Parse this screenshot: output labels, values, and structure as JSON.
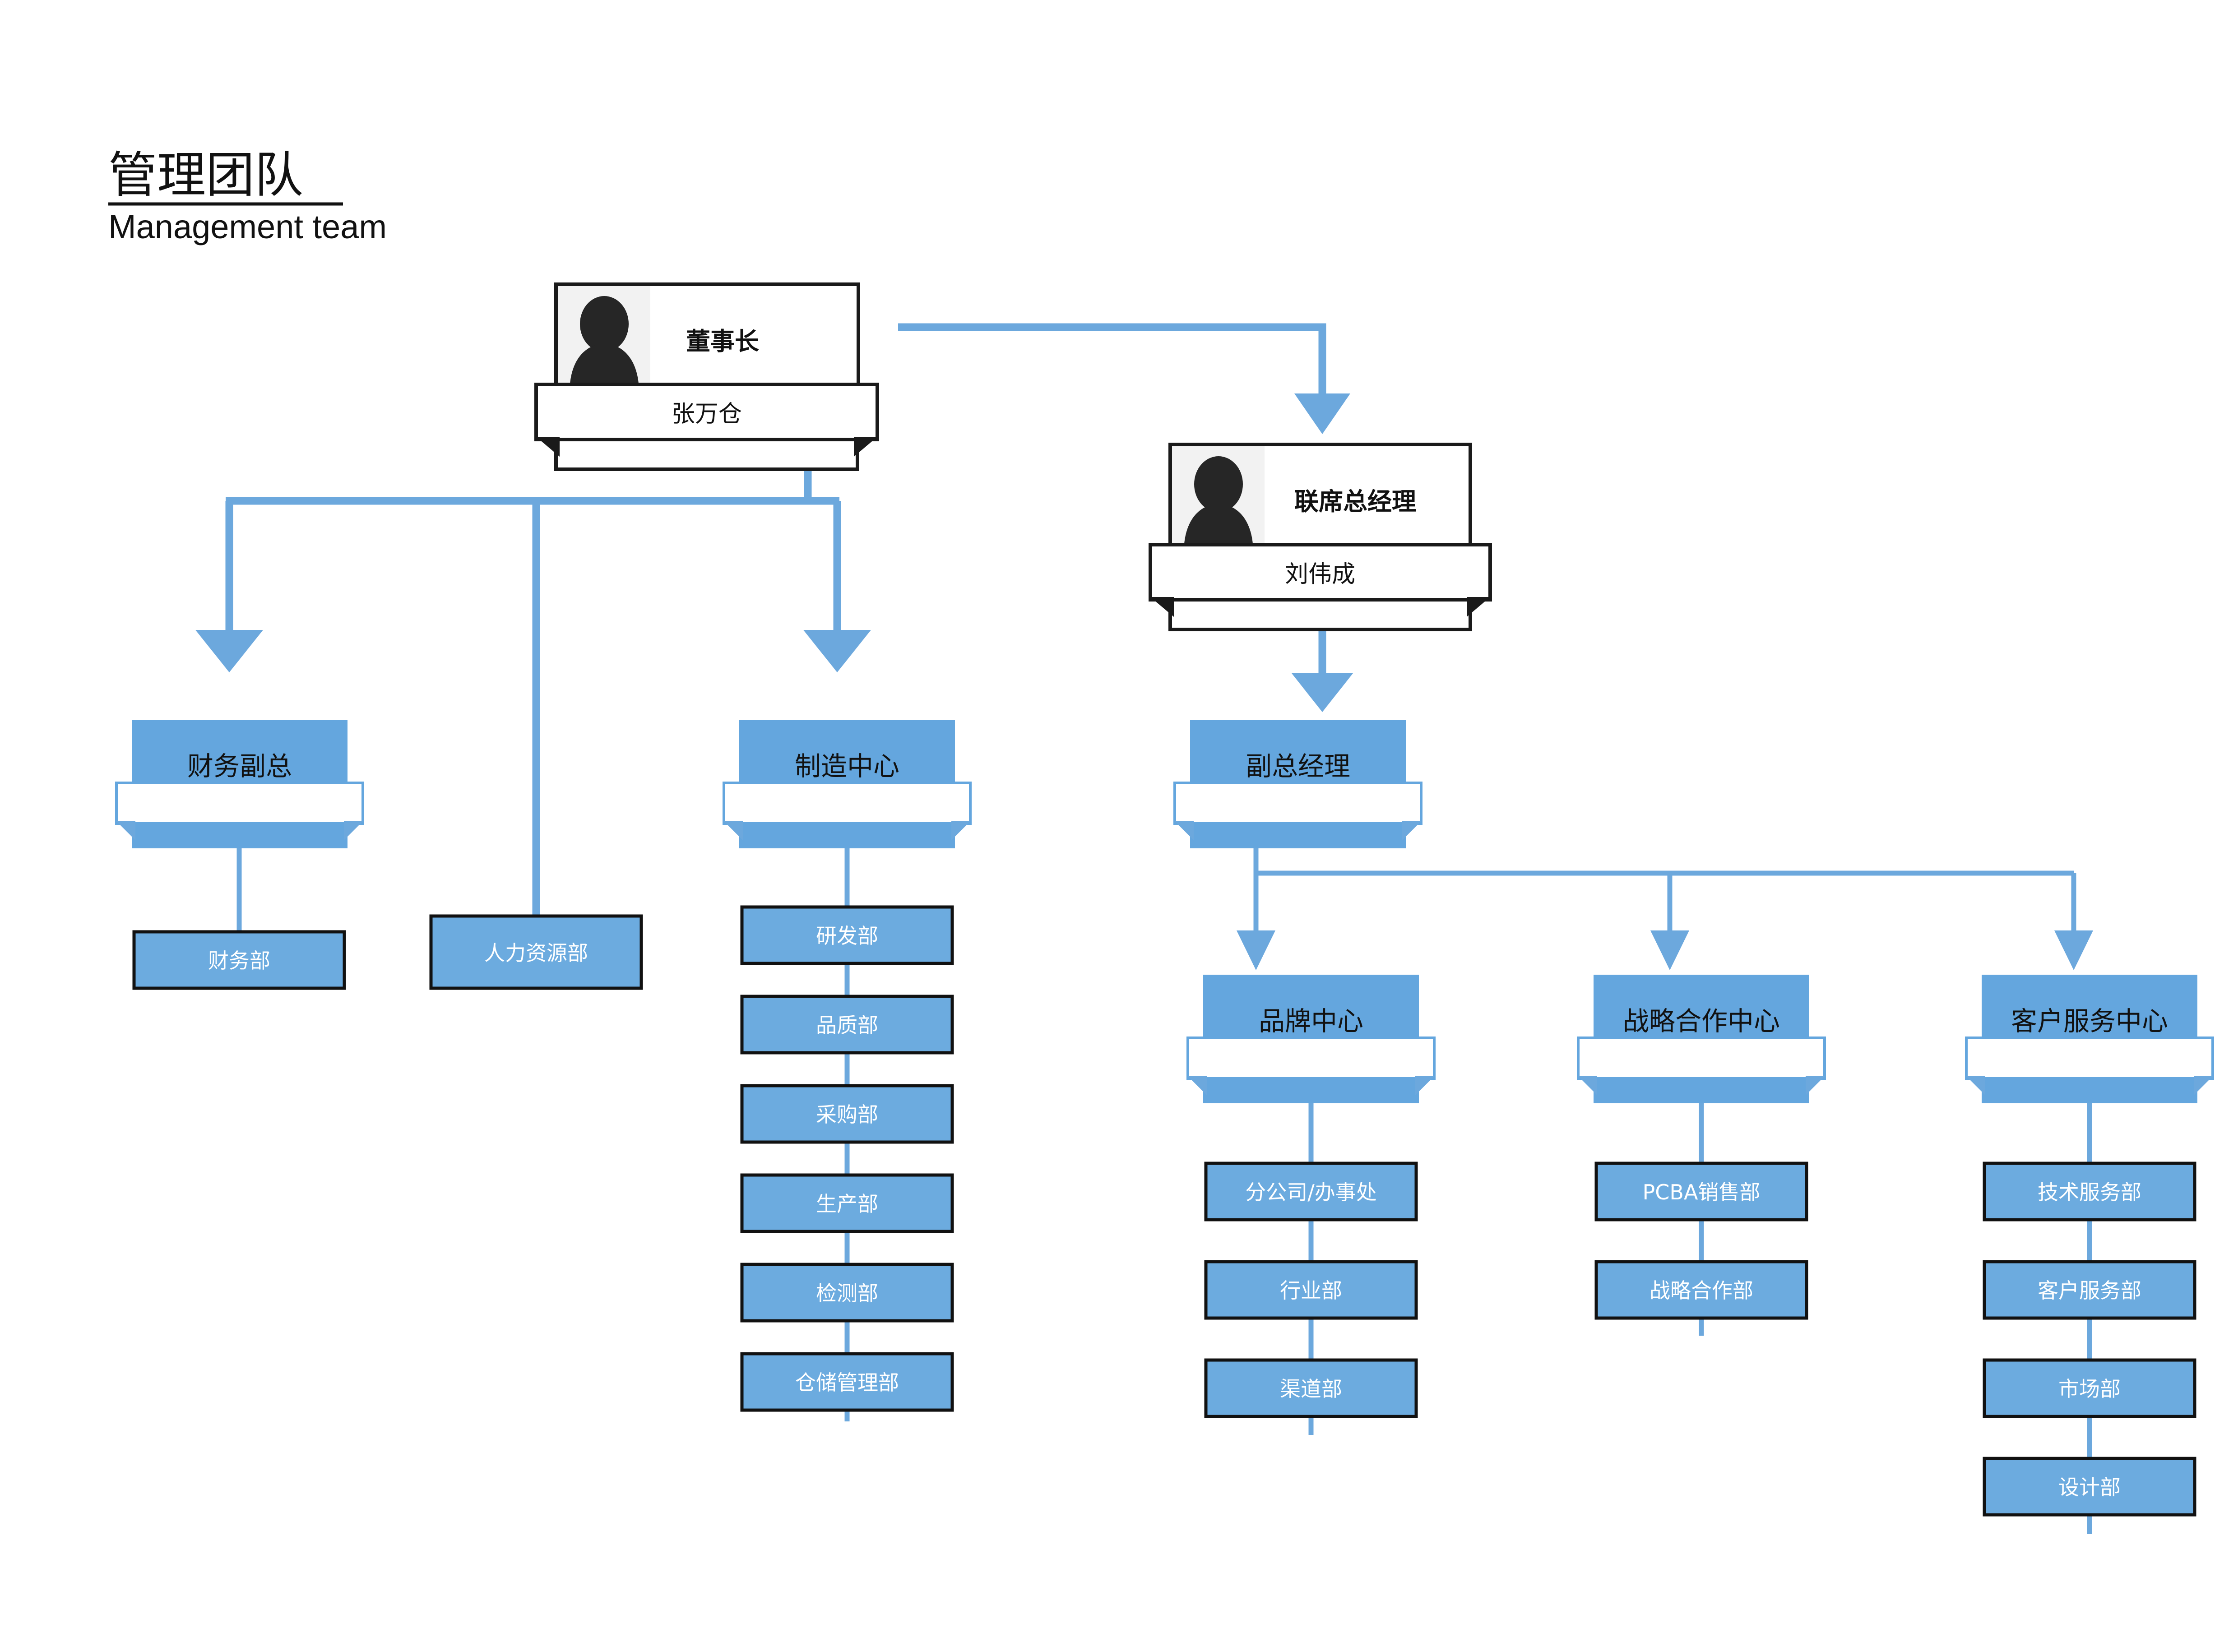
{
  "header": {
    "title_cn": "管理团队",
    "title_en": "Management team"
  },
  "colors": {
    "node_blue": "#64a6de",
    "leaf_blue": "#6cabdf",
    "connector_blue": "#6ca8dd",
    "card_border": "#1a1a1a",
    "photo_bg": "#f2f2f2",
    "leaf_text": "#ffffff",
    "node_text": "#111111",
    "background": "#ffffff"
  },
  "people": [
    {
      "id": "chairman",
      "role": "董事长",
      "name": "张万仓",
      "avatar_icon": "person-icon"
    },
    {
      "id": "co-gm",
      "role": "联席总经理",
      "name": "刘伟成",
      "avatar_icon": "person-icon"
    }
  ],
  "units": [
    {
      "id": "finance-vp",
      "label": "财务副总",
      "parent": "chairman",
      "children": [
        {
          "id": "finance-dept",
          "label": "财务部"
        }
      ]
    },
    {
      "id": "hr-dept-standalone",
      "label": "人力资源部",
      "parent": "chairman",
      "children": []
    },
    {
      "id": "manufacturing-center",
      "label": "制造中心",
      "parent": "chairman",
      "children": [
        {
          "id": "rd-dept",
          "label": "研发部"
        },
        {
          "id": "quality-dept",
          "label": "品质部"
        },
        {
          "id": "purchasing-dept",
          "label": "采购部"
        },
        {
          "id": "production-dept",
          "label": "生产部"
        },
        {
          "id": "inspection-dept",
          "label": "检测部"
        },
        {
          "id": "warehouse-dept",
          "label": "仓储管理部"
        }
      ]
    },
    {
      "id": "deputy-gm",
      "label": "副总经理",
      "parent": "co-gm",
      "children": []
    },
    {
      "id": "brand-center",
      "label": "品牌中心",
      "parent": "deputy-gm",
      "children": [
        {
          "id": "branch-office",
          "label": "分公司/办事处"
        },
        {
          "id": "industry-dept",
          "label": "行业部"
        },
        {
          "id": "channel-dept",
          "label": "渠道部"
        }
      ]
    },
    {
      "id": "strategy-center",
      "label": "战略合作中心",
      "parent": "deputy-gm",
      "children": [
        {
          "id": "pcba-sales-dept",
          "label": "PCBA销售部"
        },
        {
          "id": "strategy-coop-dept",
          "label": "战略合作部"
        }
      ]
    },
    {
      "id": "customer-service-center",
      "label": "客户服务中心",
      "parent": "deputy-gm",
      "children": [
        {
          "id": "tech-service-dept",
          "label": "技术服务部"
        },
        {
          "id": "customer-service-dept",
          "label": "客户服务部"
        },
        {
          "id": "marketing-dept",
          "label": "市场部"
        },
        {
          "id": "design-dept",
          "label": "设计部"
        }
      ]
    }
  ],
  "labels": {
    "chairman_role": "董事长",
    "chairman_name": "张万仓",
    "cogm_role": "联席总经理",
    "cogm_name": "刘伟成",
    "finance_vp": "财务副总",
    "finance_dept": "财务部",
    "hr_dept": "人力资源部",
    "manufacturing_center": "制造中心",
    "rd_dept": "研发部",
    "quality_dept": "品质部",
    "purchasing_dept": "采购部",
    "production_dept": "生产部",
    "inspection_dept": "检测部",
    "warehouse_dept": "仓储管理部",
    "deputy_gm": "副总经理",
    "brand_center": "品牌中心",
    "branch_office": "分公司/办事处",
    "industry_dept": "行业部",
    "channel_dept": "渠道部",
    "strategy_center": "战略合作中心",
    "pcba_sales_dept": "PCBA销售部",
    "strategy_coop_dept": "战略合作部",
    "customer_service_center": "客户服务中心",
    "tech_service_dept": "技术服务部",
    "customer_service_dept": "客户服务部",
    "marketing_dept": "市场部",
    "design_dept": "设计部"
  }
}
